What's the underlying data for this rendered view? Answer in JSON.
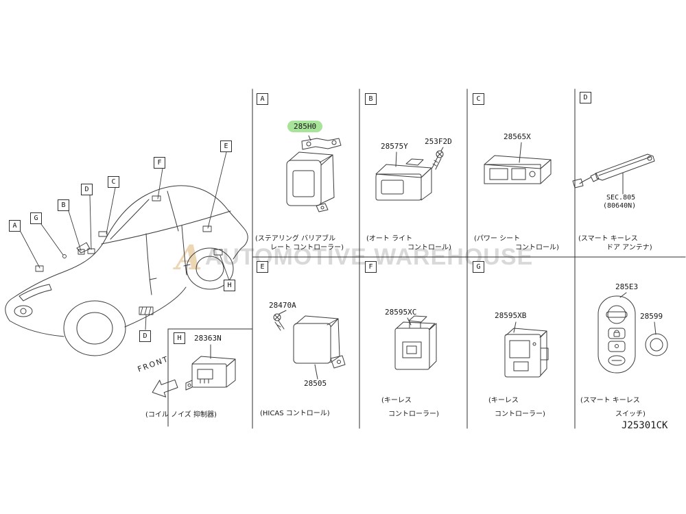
{
  "watermark": {
    "logo_letter": "A",
    "text": "AUTOMOTIVE WAREHOUSE"
  },
  "diagram_code": "J25301CK",
  "front_label": "FRONT",
  "highlight_color": "#a8e39a",
  "car": {
    "callouts": [
      {
        "letter": "A"
      },
      {
        "letter": "G"
      },
      {
        "letter": "B"
      },
      {
        "letter": "D"
      },
      {
        "letter": "C"
      },
      {
        "letter": "F"
      },
      {
        "letter": "E"
      },
      {
        "letter": "H"
      },
      {
        "letter": "D"
      }
    ]
  },
  "panels": [
    {
      "letter": "A",
      "parts": [
        {
          "number": "285H0",
          "highlighted": true
        }
      ],
      "caption": [
        "(ステアリング バリアブル",
        "レート コントローラー)"
      ]
    },
    {
      "letter": "B",
      "parts": [
        {
          "number": "28575Y"
        },
        {
          "number": "253F2D"
        }
      ],
      "caption": [
        "(オート ライト",
        "コントロール)"
      ]
    },
    {
      "letter": "C",
      "parts": [
        {
          "number": "28565X"
        }
      ],
      "caption": [
        "(パワー シート",
        "コントロール)"
      ]
    },
    {
      "letter": "D",
      "parts": [
        {
          "number": "SEC.805"
        },
        {
          "number": "(80640N)"
        }
      ],
      "caption": [
        "(スマート キーレス",
        "ドア アンテナ)"
      ]
    },
    {
      "letter": "E",
      "parts": [
        {
          "number": "28470A"
        },
        {
          "number": "28505"
        }
      ],
      "caption": [
        "(HICAS コントロール)"
      ]
    },
    {
      "letter": "F",
      "parts": [
        {
          "number": "28595XC"
        }
      ],
      "caption": [
        "(キーレス",
        "コントローラー)"
      ]
    },
    {
      "letter": "G",
      "parts": [
        {
          "number": "28595XB"
        }
      ],
      "caption": [
        "(キーレス",
        "コントローラー)"
      ]
    },
    {
      "letter": "H",
      "parts": [
        {
          "number": "28363N"
        }
      ],
      "caption": [
        "(コイル ノイズ 抑制器)"
      ]
    },
    {
      "letter": "",
      "parts": [
        {
          "number": "285E3"
        },
        {
          "number": "28599"
        }
      ],
      "caption": [
        "(スマート キーレス",
        "スイッチ)"
      ]
    }
  ]
}
